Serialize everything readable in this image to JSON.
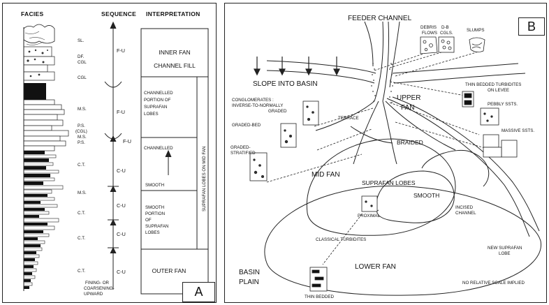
{
  "panel_a": {
    "headers": {
      "facies": "FACIES",
      "sequence": "SEQUENCE",
      "interpretation": "INTERPRETATION"
    },
    "facies_codes": [
      "SL.",
      "DF.",
      "CGL",
      "CGL",
      "M.S.",
      "P.S.",
      "(CGL)",
      "M.S.",
      "P.S.",
      "C.T.",
      "M.S.",
      "C.T.",
      "C.T.",
      "C.T."
    ],
    "sequence_labels": [
      "F-U",
      "F-U",
      "F-U",
      "C-U",
      "C-U",
      "C-U",
      "C-U"
    ],
    "smooth_word": "SMOOTH",
    "fining_note": [
      "FINING- OR",
      "COARSENING-",
      "UPWARD"
    ],
    "interpretation": {
      "inner_fan": [
        "INNER FAN",
        "CHANNEL FILL"
      ],
      "channelled_portion": [
        "CHANNELLED",
        "PORTION OF",
        "SUPRAFAN",
        "LOBES"
      ],
      "channelled": "CHANNELLED",
      "smooth": "SMOOTH",
      "smooth_portion": [
        "SMOOTH",
        "PORTION",
        "OF",
        "SUPRAFAN",
        "LOBES"
      ],
      "outer_fan": "OUTER FAN",
      "side_label": "SUPRAFAN LOBES ON MID FAN"
    },
    "panel_label": "A"
  },
  "panel_b": {
    "panel_label": "B",
    "feeder_channel": "FEEDER CHANNEL",
    "slope": "SLOPE INTO BASIN",
    "debris_flows": [
      "DEBRIS",
      "FLOWS"
    ],
    "db_cgls": [
      "D-B",
      "CGLS."
    ],
    "slumps": "SLUMPS",
    "conglomerates": [
      "CONGLOMERATES :",
      "INVERSE-TO-NORMALLY",
      "GRADED"
    ],
    "graded_bed": "GRADED-BED",
    "graded_stratified": [
      "GRADED-",
      "STRATIFIED"
    ],
    "terrace": "TERRACE",
    "upper_fan": [
      "UPPER",
      "FAN"
    ],
    "thin_bedded_levee": [
      "THIN BEDDED TURBIDITES",
      "ON LEVEE"
    ],
    "pebbly": "PEBBLY SSTS.",
    "massive": "MASSIVE SSTS.",
    "braided": "BRAIDED",
    "mid_fan": "MID FAN",
    "suprafan_lobes": "SUPRAFAN LOBES",
    "smooth": "SMOOTH",
    "proximal": "PROXIMAL",
    "incised_channel": [
      "INCISED",
      "CHANNEL"
    ],
    "classical_turbidites": "CLASSICAL TURBIDITES",
    "lower_fan": "LOWER FAN",
    "new_suprafan": [
      "NEW SUPRAFAN",
      "LOBE"
    ],
    "basin_plain": [
      "BASIN",
      "PLAIN"
    ],
    "thin_bedded": "THIN BEDDED",
    "no_scale": "NO RELATIVE SCALE IMPLIED"
  }
}
